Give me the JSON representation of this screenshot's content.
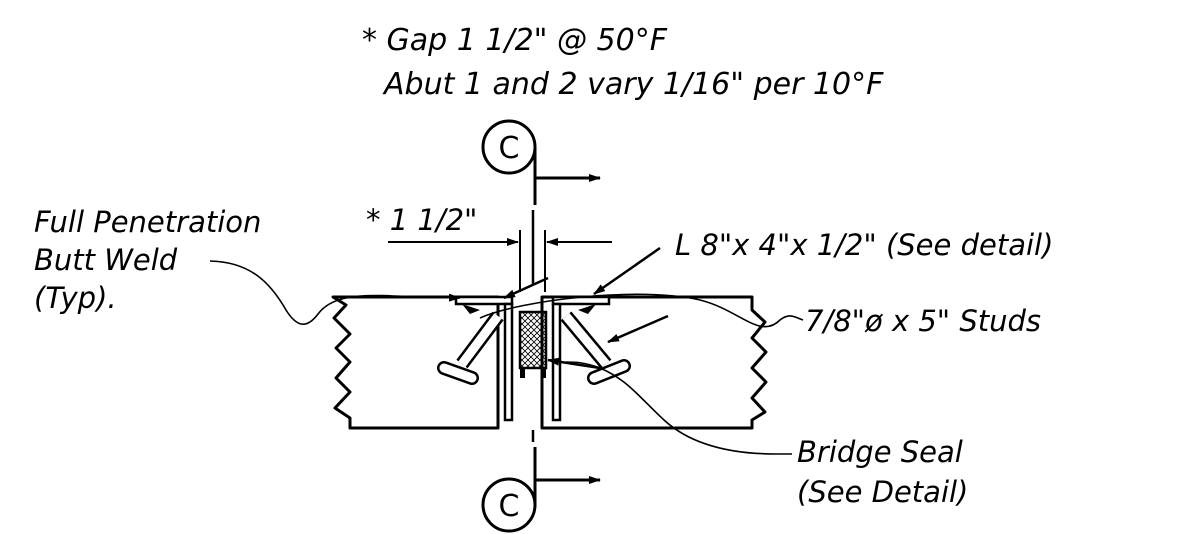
{
  "gap_note": {
    "line1": "* Gap 1 1/2\" @ 50°F",
    "line2": "Abut 1 and 2 vary 1/16\" per 10°F"
  },
  "dimension": {
    "label": "* 1 1/2\""
  },
  "callouts": {
    "weld": {
      "line1": "Full Penetration",
      "line2": "Butt Weld",
      "line3": "(Typ)."
    },
    "angle": "L 8\"x 4\"x 1/2\" (See detail)",
    "studs": "7/8\"ø x 5\" Studs",
    "seal": {
      "line1": "Bridge Seal",
      "line2": "(See Detail)"
    }
  },
  "section_marks": {
    "top_letter": "C",
    "bottom_letter": "C"
  },
  "colors": {
    "ink": "#000000",
    "background": "#ffffff"
  }
}
